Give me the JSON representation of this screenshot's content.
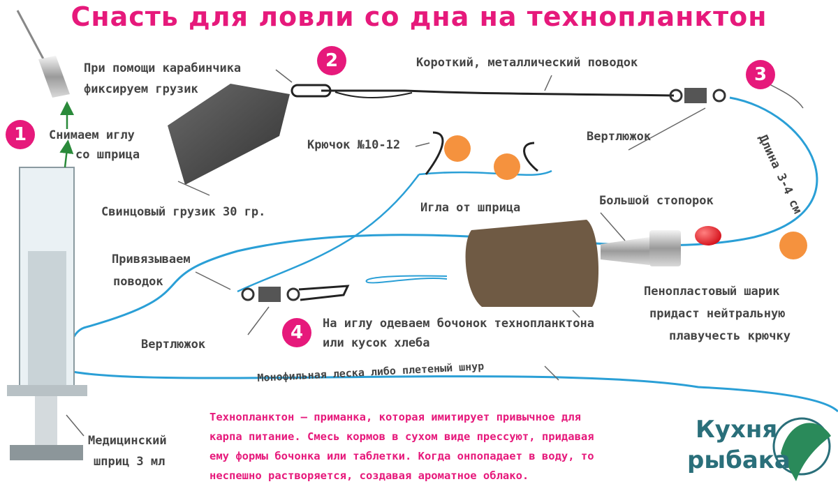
{
  "title": "Снасть для ловли со дна на технопланктон",
  "steps": [
    "1",
    "2",
    "3",
    "4"
  ],
  "labels": {
    "remove_needle_1": "Снимаем иглу",
    "remove_needle_2": "со шприца",
    "carabiner_1": "При помощи карабинчика",
    "carabiner_2": "фиксируем грузик",
    "short_leader": "Короткий, металлический поводок",
    "length": "Длина 3-4 см",
    "swivel_top": "Вертлюжок",
    "hook": "Крючок №10-12",
    "sinker": "Свинцовый грузик 30 гр.",
    "needle": "Игла от шприца",
    "big_stopper": "Большой стопорок",
    "tie_leader_1": "Привязываем",
    "tie_leader_2": "поводок",
    "foam_1": "Пенопластовый шарик",
    "foam_2": "придаст нейтральную",
    "foam_3": "плавучесть крючку",
    "swivel_bottom": "Вертлюжок",
    "plankton_1": "На иглу одеваем бочонок технопланктона",
    "plankton_2": "или кусок хлеба",
    "line": "Монофильная леска либо плетеный шнур",
    "syringe_1": "Медицинский",
    "syringe_2": "шприц 3 мл"
  },
  "note": [
    "Технопланктон — приманка, которая имитирует привычное для",
    "карпа питание. Смесь кормов в сухом виде прессуют, придавая",
    "ему формы бочонка или таблетки. Когда онпопадает в воду, то",
    "неспешно растворяется, создавая ароматное облако."
  ],
  "logo": {
    "line1": "Кухня",
    "line2": "рыбака"
  },
  "colors": {
    "accent": "#e6197b",
    "line": "#2a9fd6",
    "bait": "#f5923e",
    "plankton": "#6f5a44",
    "lead": "#4a4a4a",
    "logo": "#2a6f7a"
  }
}
